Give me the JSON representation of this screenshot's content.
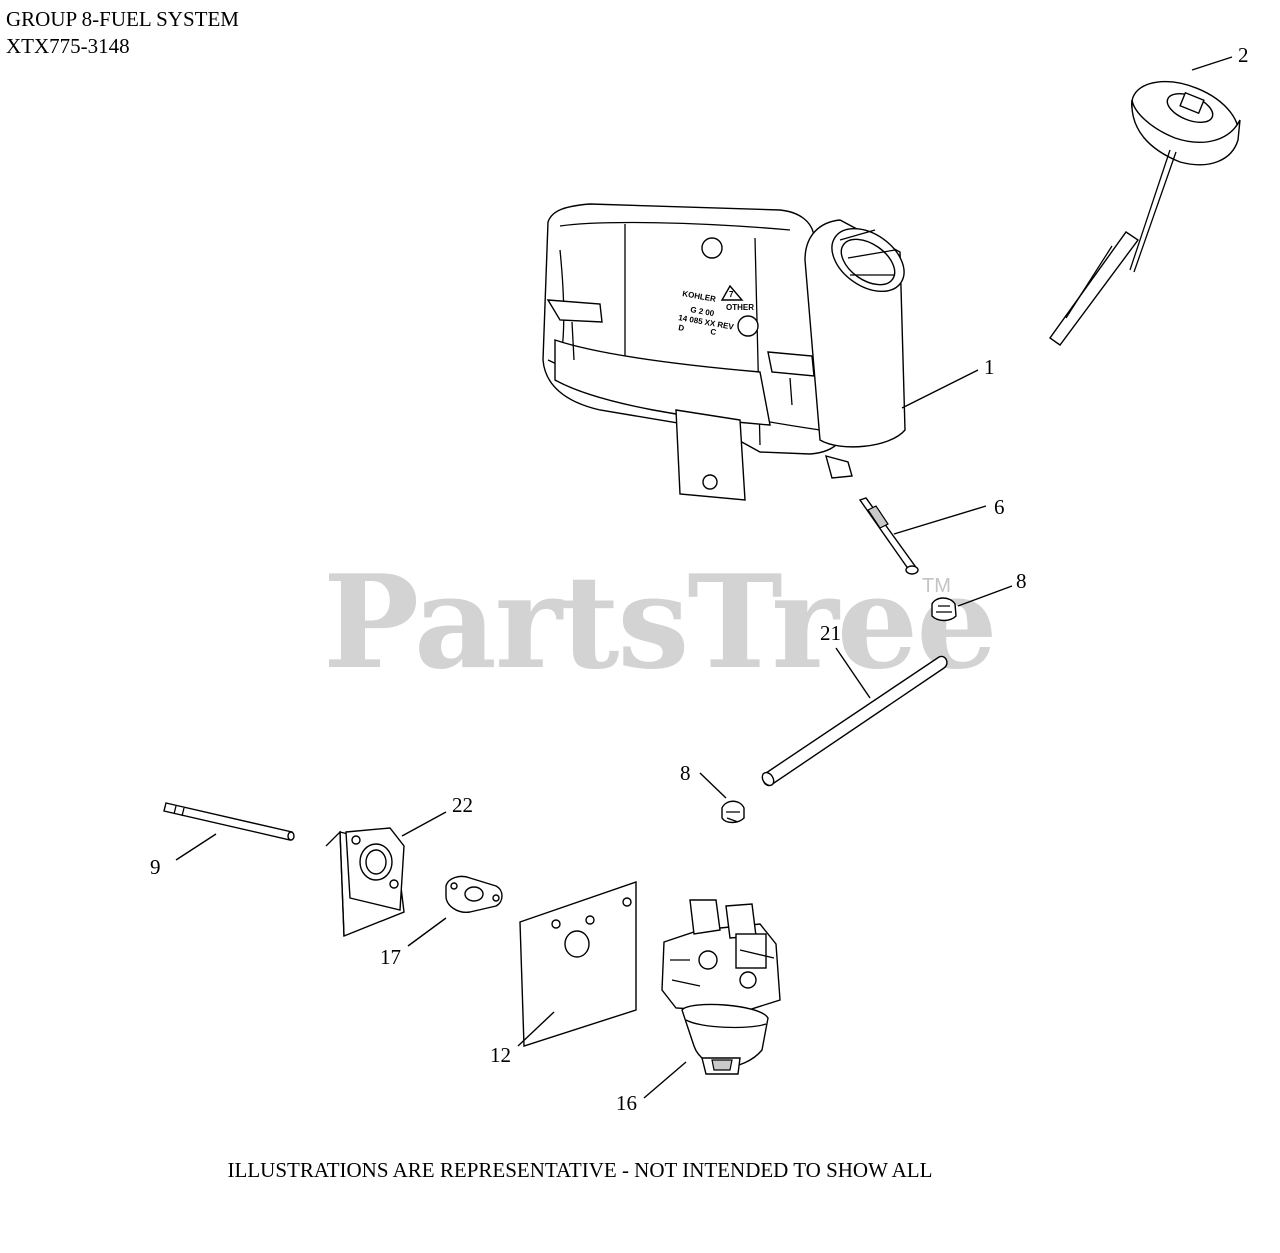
{
  "header": {
    "line1": "GROUP 8-FUEL SYSTEM",
    "line2": "XTX775-3148"
  },
  "watermark": {
    "text": "PartsTree",
    "mark": "TM"
  },
  "footer": {
    "note": "ILLUSTRATIONS ARE REPRESENTATIVE - NOT INTENDED TO SHOW ALL"
  },
  "tank_markings": {
    "brand": "KOHLER",
    "line_a": "G 2 00",
    "line_b": "14 085 XX REV",
    "line_c": "D",
    "line_d": "C",
    "recycle": "7",
    "recycle_label": "OTHER"
  },
  "callouts": {
    "c1": "1",
    "c2": "2",
    "c6": "6",
    "c8a": "8",
    "c8b": "8",
    "c9": "9",
    "c12": "12",
    "c16": "16",
    "c17": "17",
    "c21": "21",
    "c22": "22"
  }
}
